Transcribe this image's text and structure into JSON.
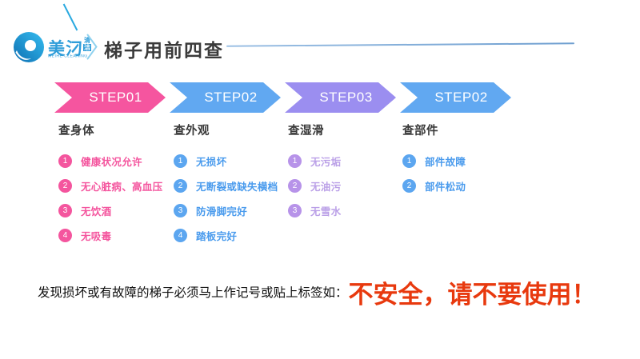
{
  "logo": {
    "brand_cn": "美汈",
    "brand_suffix_top": "清",
    "brand_suffix_bottom": "洁",
    "brand_en": "MEIHE CLEANING"
  },
  "header": {
    "title": "梯子用前四查"
  },
  "steps": [
    {
      "label": "STEP01",
      "color": "#f5559f"
    },
    {
      "label": "STEP02",
      "color": "#61a8f1"
    },
    {
      "label": "STEP03",
      "color": "#9b8ef0"
    },
    {
      "label": "STEP02",
      "color": "#61a8f1"
    }
  ],
  "columns": [
    {
      "header": "查身体",
      "accent": "#f4559e",
      "text_color": "#f4559e",
      "items": [
        {
          "num": "1",
          "text": "健康状况允许"
        },
        {
          "num": "2",
          "text": "无心脏病、高血压"
        },
        {
          "num": "3",
          "text": "无饮酒"
        },
        {
          "num": "4",
          "text": "无吸毒"
        }
      ]
    },
    {
      "header": "查外观",
      "accent": "#5ca6f0",
      "text_color": "#4a9bed",
      "items": [
        {
          "num": "1",
          "text": "无损坏"
        },
        {
          "num": "2",
          "text": "无断裂或缺失横档"
        },
        {
          "num": "3",
          "text": "防滑脚完好"
        },
        {
          "num": "4",
          "text": "踏板完好"
        }
      ]
    },
    {
      "header": "查湿滑",
      "accent": "#b793e9",
      "text_color": "#ba9fe7",
      "items": [
        {
          "num": "1",
          "text": "无污垢"
        },
        {
          "num": "2",
          "text": "无油污"
        },
        {
          "num": "3",
          "text": "无雪水"
        }
      ]
    },
    {
      "header": "查部件",
      "accent": "#5ca6f0",
      "text_color": "#4a9bed",
      "items": [
        {
          "num": "1",
          "text": "部件故障"
        },
        {
          "num": "2",
          "text": "部件松动"
        }
      ]
    }
  ],
  "footer": {
    "prefix": "发现损坏或有故障的梯子必须马上作记号或贴上标签如：",
    "warning": "不安全，请不要使用！",
    "warning_color": "#e8390e"
  }
}
